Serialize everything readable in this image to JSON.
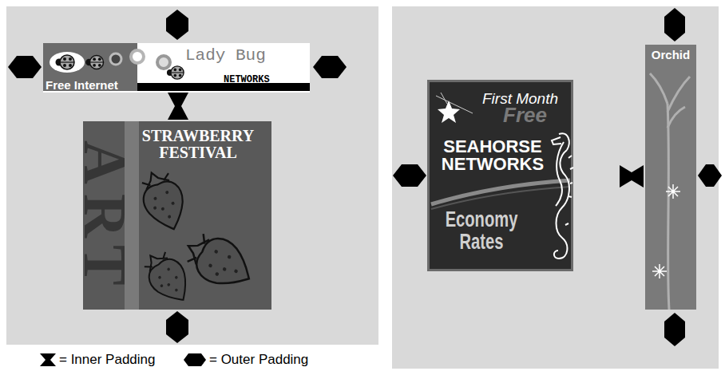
{
  "diagram": {
    "nodes": [
      {
        "text": [
          "Free Internet",
          "Lady Bug",
          "NETWORKS"
        ]
      },
      {
        "text": [
          "STRAWBERRY FESTIVAL",
          "ART"
        ]
      },
      {
        "text": [
          "First Month",
          "Free",
          "SEAHORSE NETWORKS",
          "Economy Rates"
        ]
      },
      {
        "text": [
          "Orchid"
        ]
      }
    ],
    "legend": [
      {
        "text": "= Inner Padding"
      },
      {
        "text": "= Outer Padding"
      }
    ]
  }
}
